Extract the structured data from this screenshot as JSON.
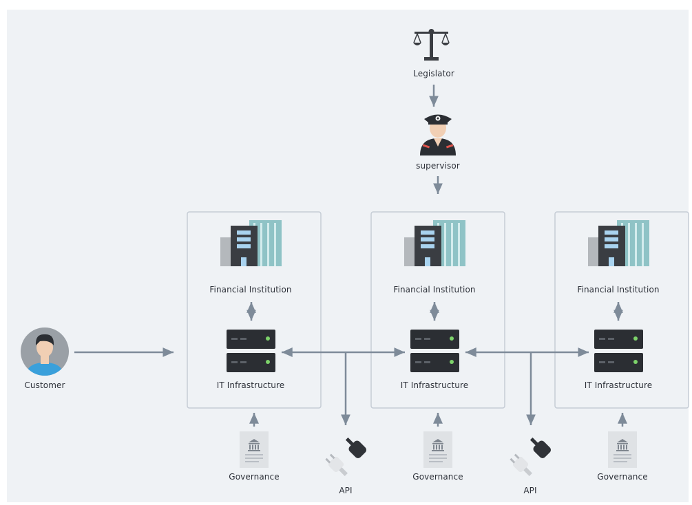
{
  "nodes": {
    "legislator": {
      "label": "Legislator",
      "icon": "scales-icon"
    },
    "supervisor": {
      "label": "supervisor",
      "icon": "police-officer-icon"
    },
    "customer": {
      "label": "Customer",
      "icon": "person-avatar-icon"
    }
  },
  "institutions": [
    {
      "building_label": "Financial Institution",
      "infra_label": "IT Infrastructure",
      "governance_label": "Governance"
    },
    {
      "building_label": "Financial Institution",
      "infra_label": "IT Infrastructure",
      "governance_label": "Governance"
    },
    {
      "building_label": "Financial Institution",
      "infra_label": "IT Infrastructure",
      "governance_label": "Governance"
    }
  ],
  "apis": [
    {
      "label": "API",
      "icon": "plug-icon"
    },
    {
      "label": "API",
      "icon": "plug-icon"
    }
  ],
  "colors": {
    "background": "#eff2f5",
    "arrow": "#7e8b99",
    "box_border": "#c5ccd5",
    "server": "#2b2e33",
    "server_led": "#7dd36a",
    "building_teal": "#8fc3c6",
    "building_dark": "#3a3d42",
    "window": "#a9d3ef",
    "avatar_bg": "#9aa0a6",
    "shirt": "#3aa0db",
    "skin": "#f1cfb4",
    "plug_dark": "#303338",
    "plug_light": "#e3e5e8"
  }
}
